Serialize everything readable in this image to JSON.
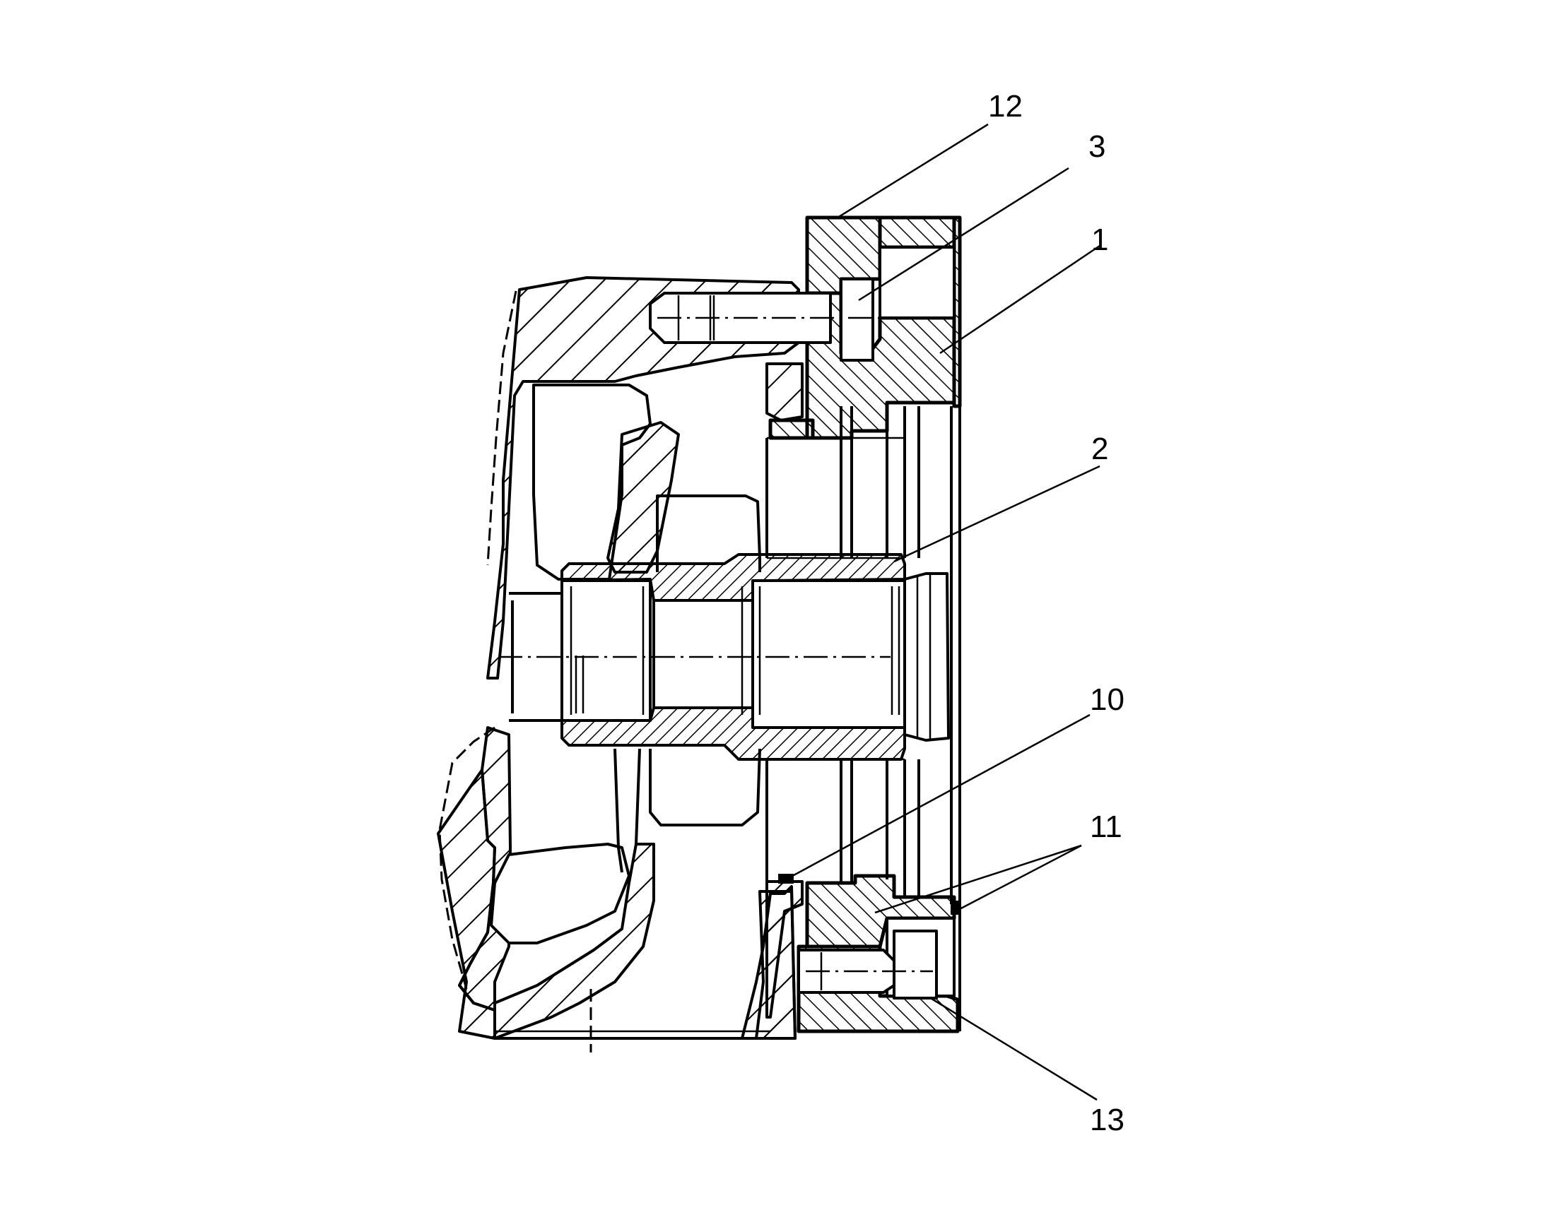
{
  "diagram": {
    "reference_numerals": [
      {
        "id": "ref-12",
        "text": "12"
      },
      {
        "id": "ref-3",
        "text": "3"
      },
      {
        "id": "ref-1",
        "text": "1"
      },
      {
        "id": "ref-2",
        "text": "2"
      },
      {
        "id": "ref-10",
        "text": "10"
      },
      {
        "id": "ref-11",
        "text": "11"
      },
      {
        "id": "ref-13",
        "text": "13"
      }
    ]
  }
}
